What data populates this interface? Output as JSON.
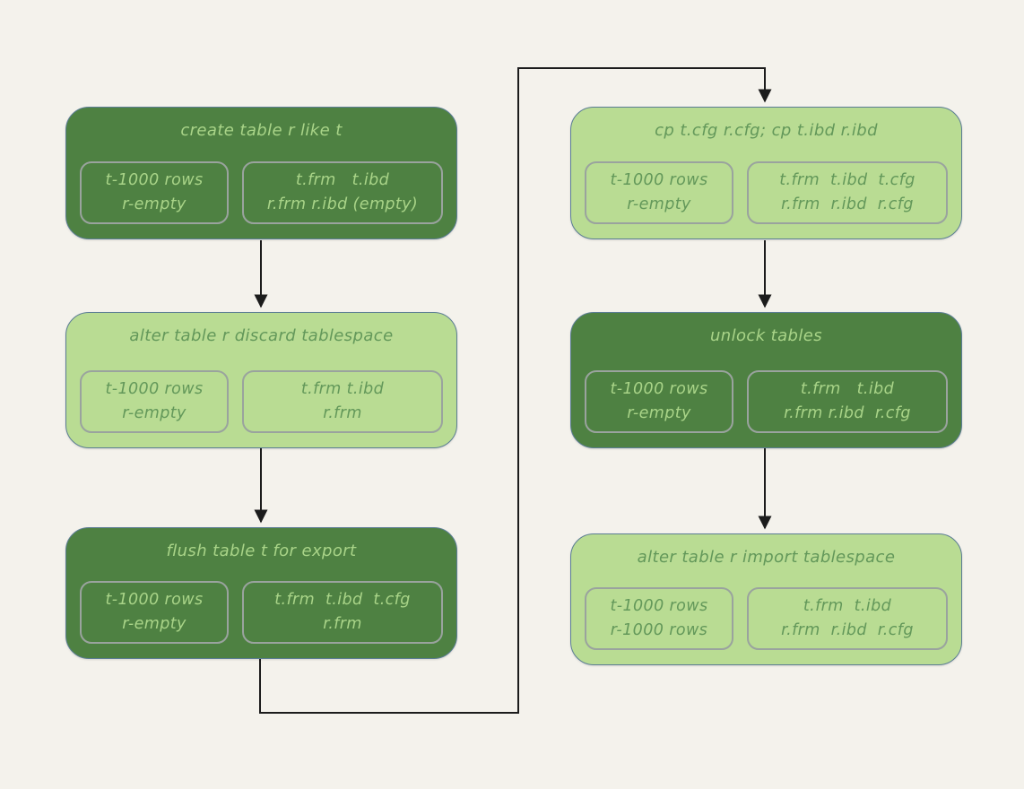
{
  "colors": {
    "background": "#f4f2ec",
    "dark_node_fill": "#4e8142",
    "light_node_fill": "#b9dc93",
    "dark_node_text": "#a9d488",
    "light_node_text": "#63985a",
    "node_border": "#5b7d94",
    "subbox_border": "#9aa39e",
    "arrow": "#1c1c1c"
  },
  "nodes": [
    {
      "id": "create-table-r-like-t",
      "theme": "dark",
      "title": "create table r like t",
      "rows": [
        "t-1000 rows",
        "r-empty"
      ],
      "files": [
        "t.frm   t.ibd",
        "r.frm r.ibd (empty)"
      ]
    },
    {
      "id": "alter-table-r-discard-tablespace",
      "theme": "light",
      "title": "alter table r discard tablespace",
      "rows": [
        "t-1000 rows",
        "r-empty"
      ],
      "files": [
        "t.frm t.ibd",
        "r.frm"
      ]
    },
    {
      "id": "flush-table-t-for-export",
      "theme": "dark",
      "title": "flush table t for export",
      "rows": [
        "t-1000 rows",
        "r-empty"
      ],
      "files": [
        "t.frm  t.ibd  t.cfg",
        "r.frm"
      ]
    },
    {
      "id": "cp-cfg-and-ibd-files",
      "theme": "light",
      "title": "cp t.cfg r.cfg; cp t.ibd r.ibd",
      "rows": [
        "t-1000 rows",
        "r-empty"
      ],
      "files": [
        "t.frm  t.ibd  t.cfg",
        "r.frm  r.ibd  r.cfg"
      ]
    },
    {
      "id": "unlock-tables",
      "theme": "dark",
      "title": "unlock tables",
      "rows": [
        "t-1000 rows",
        "r-empty"
      ],
      "files": [
        "t.frm   t.ibd",
        "r.frm r.ibd  r.cfg"
      ]
    },
    {
      "id": "alter-table-r-import-tablespace",
      "theme": "light",
      "title": "alter table r import tablespace",
      "rows": [
        "t-1000 rows",
        "r-1000 rows"
      ],
      "files": [
        "t.frm  t.ibd",
        "r.frm  r.ibd  r.cfg"
      ]
    }
  ],
  "edges": [
    {
      "from": "create table r like t",
      "to": "alter table r discard tablespace"
    },
    {
      "from": "alter table r discard tablespace",
      "to": "flush table t for export"
    },
    {
      "from": "flush table t for export",
      "to": "cp t.cfg r.cfg; cp t.ibd r.ibd"
    },
    {
      "from": "cp t.cfg r.cfg; cp t.ibd r.ibd",
      "to": "unlock tables"
    },
    {
      "from": "unlock tables",
      "to": "alter table r import tablespace"
    }
  ]
}
